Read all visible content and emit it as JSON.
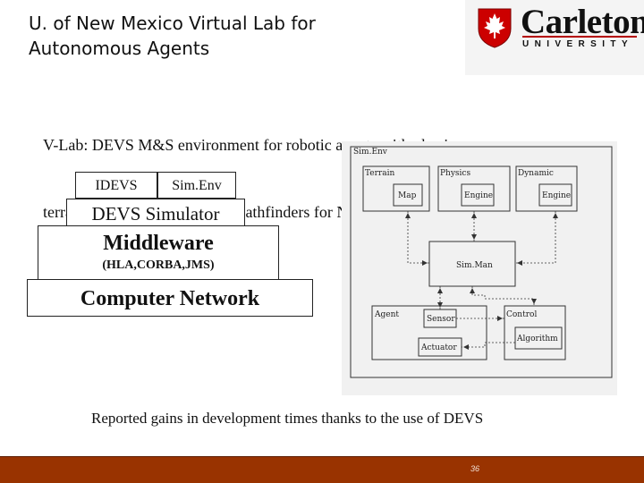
{
  "slide": {
    "title_line1": "U. of New Mexico Virtual Lab for",
    "title_line2": "Autonomous Agents",
    "intro_line1": "V-Lab: DEVS M&S environment for robotic agents with physics,",
    "intro_line2": "terrain   and  dynamics (Mars Pathfinders for NASA).",
    "caption": "Reported gains in development times thanks to the use of DEVS",
    "page_number": "36"
  },
  "logo": {
    "wordmark": "Carleton",
    "subtitle": "UNIVERSITY",
    "accent_color": "#cc0000"
  },
  "stack": {
    "idevs": "IDEVS",
    "simenv": "Sim.Env",
    "devs_simulator": "DEVS Simulator",
    "middleware": "Middleware",
    "middleware_sub": "(HLA,CORBA,JMS)",
    "network": "Computer Network"
  },
  "diagram": {
    "outer": "Sim.Env",
    "terrain": "Terrain",
    "map": "Map",
    "physics": "Physics",
    "physics_engine": "Engine",
    "dynamic": "Dynamic",
    "dynamic_engine": "Engine",
    "simman": "Sim.Man",
    "agent": "Agent",
    "sensor": "Sensor",
    "actuator": "Actuator",
    "control": "Control",
    "algorithm": "Algorithm"
  },
  "theme": {
    "footer_color": "#993300"
  }
}
